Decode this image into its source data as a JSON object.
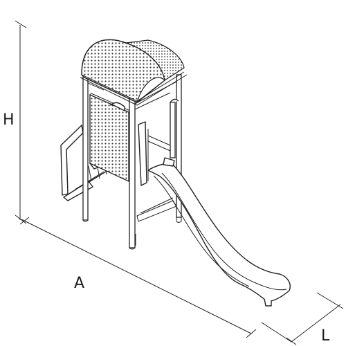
{
  "dimensions": {
    "height_label": "H",
    "width_label": "A",
    "length_label": "L"
  },
  "colors": {
    "line": "#222222",
    "background": "#ffffff",
    "perforation": "#333333"
  }
}
